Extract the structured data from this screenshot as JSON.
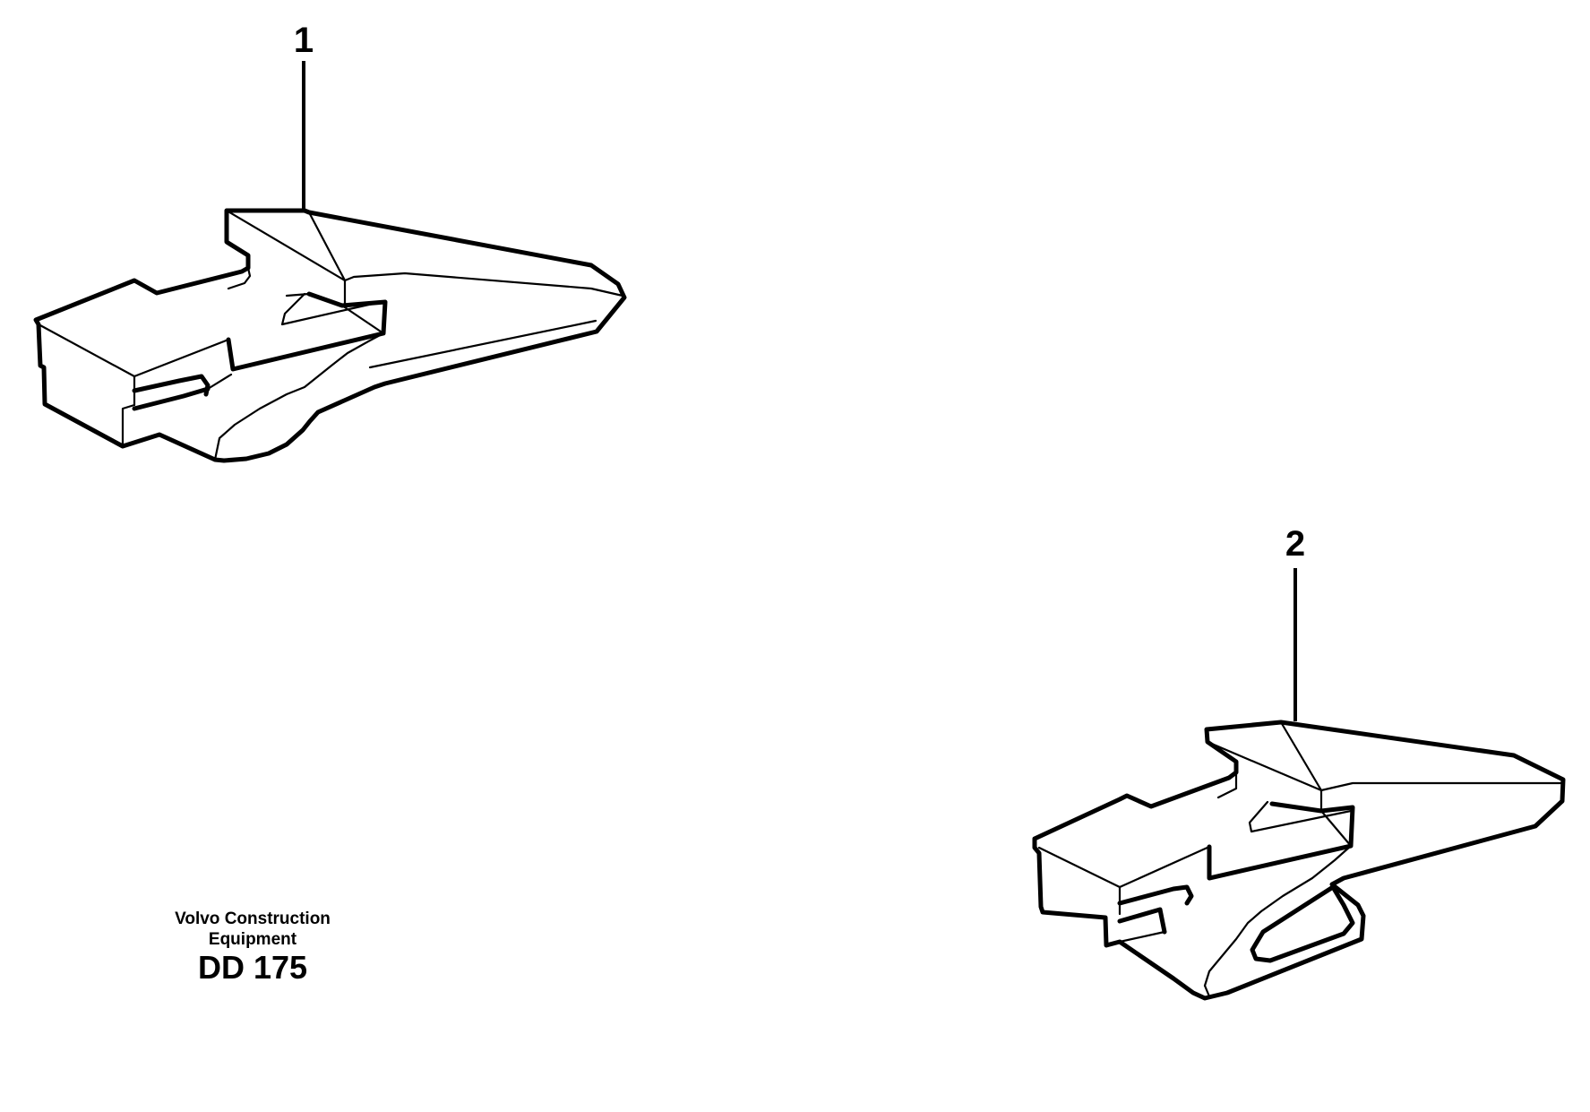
{
  "callouts": [
    {
      "label": "1",
      "icon": "bucket-tooth-adapter-icon"
    },
    {
      "label": "2",
      "icon": "bucket-tooth-adapter-icon"
    }
  ],
  "caption": {
    "line1": "Volvo Construction",
    "line2": "Equipment",
    "code": "DD 175"
  }
}
